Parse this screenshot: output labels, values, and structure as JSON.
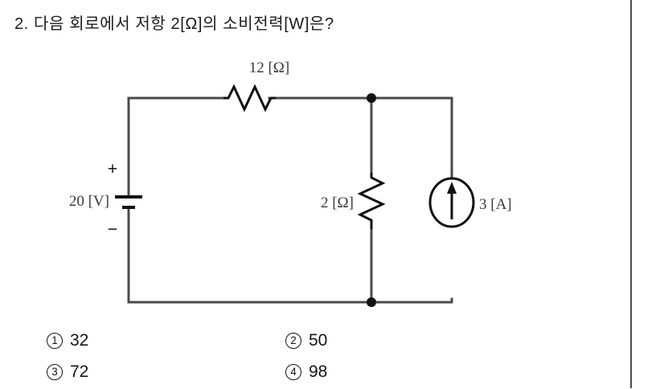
{
  "question": {
    "number": "2.",
    "text": "2. 다음 회로에서 저항 2[Ω]의 소비전력[W]은?"
  },
  "circuit": {
    "source_voltage_label": "20 [V]",
    "polarity_plus": "+",
    "polarity_minus": "−",
    "series_resistor_label": "12 [Ω]",
    "parallel_resistor_label": "2 [Ω]",
    "current_source_label": "3 [A]"
  },
  "options": [
    {
      "marker": "①",
      "number": "1",
      "value": "32"
    },
    {
      "marker": "②",
      "number": "2",
      "value": "50"
    },
    {
      "marker": "③",
      "number": "3",
      "value": "72"
    },
    {
      "marker": "④",
      "number": "4",
      "value": "98"
    }
  ],
  "colors": {
    "wire": "#4a4a4a",
    "symbol": "#111111",
    "label": "#3a3a3a",
    "text": "#141414",
    "divider": "#4a4a4a",
    "background": "#ffffff"
  }
}
